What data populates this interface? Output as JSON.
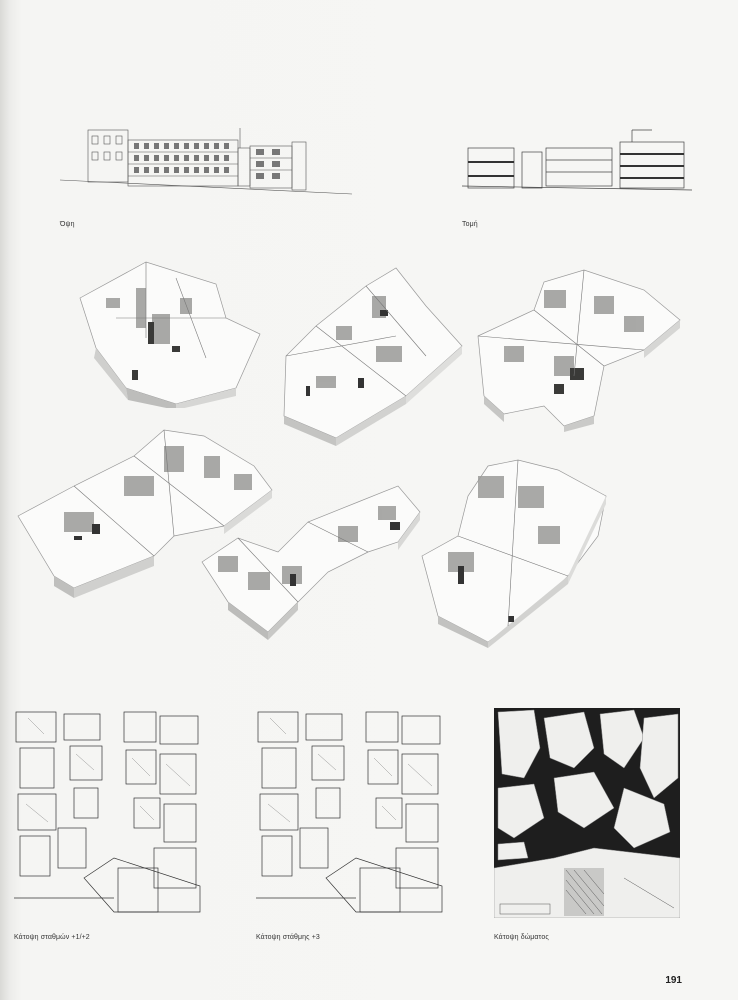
{
  "captions": {
    "elevation": "Όψη",
    "section": "Τομή",
    "plan_levels_1_2": "Κάτοψη σταθμών +1/+2",
    "plan_level_3": "Κάτοψη στάθμης +3",
    "plan_roof": "Κάτοψη δώματος"
  },
  "page_number": "191"
}
